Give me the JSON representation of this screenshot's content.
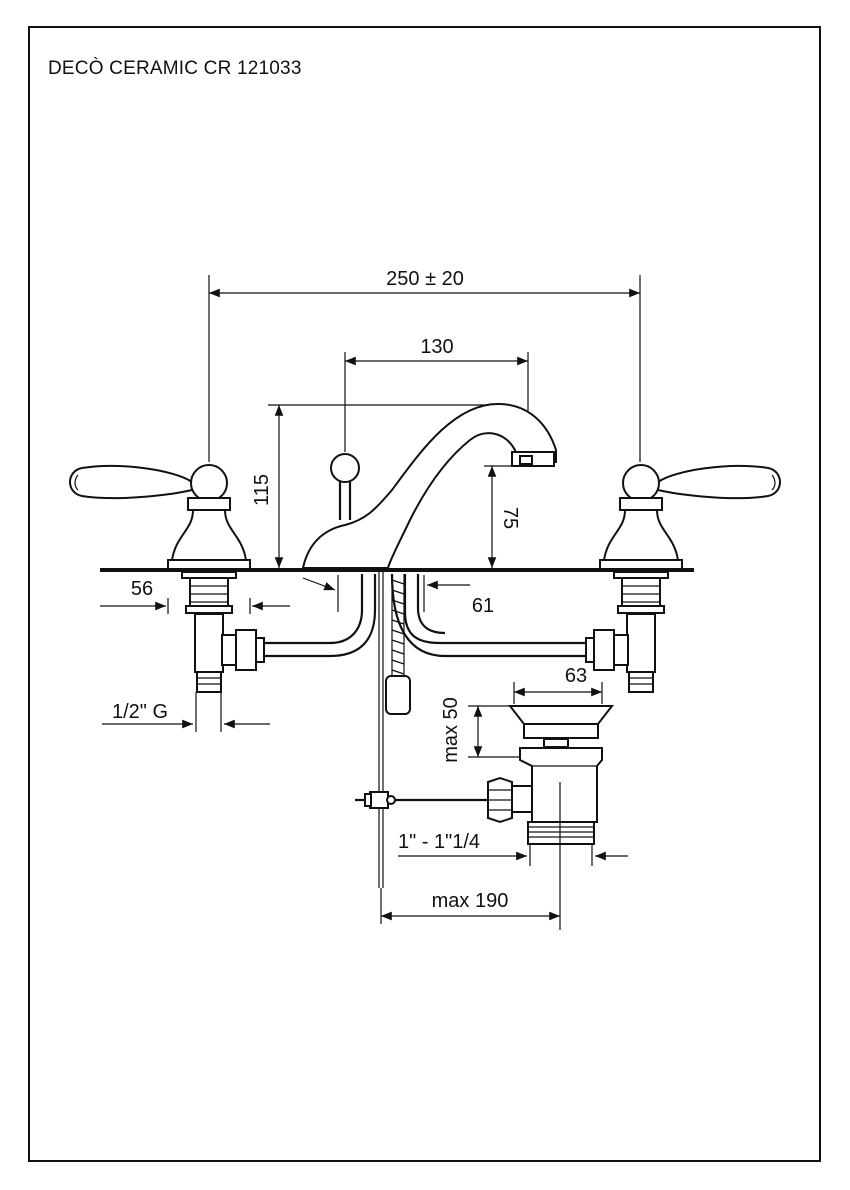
{
  "title": "DECÒ CERAMIC CR 121033",
  "dimensions": {
    "overall_width": "250 ± 20",
    "spout_reach": "130",
    "spout_height": "115",
    "spout_outlet_height": "75",
    "valve_base": "56",
    "spout_base": "61",
    "inlet_thread": "1/2\" G",
    "waste_flange": "63",
    "waste_plug_lift": "max 50",
    "waste_thread": "1\" - 1\"1/4",
    "pull_rod_reach": "max 190"
  }
}
